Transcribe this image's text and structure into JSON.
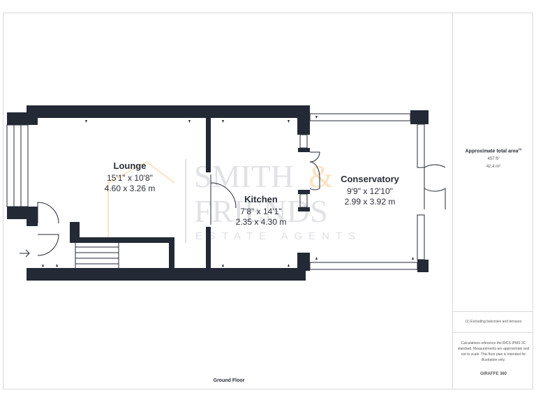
{
  "rooms": {
    "lounge": {
      "name": "Lounge",
      "dim_imperial": "15'1\" x 10'8\"",
      "dim_metric": "4.60 x 3.26 m"
    },
    "kitchen": {
      "name": "Kitchen",
      "dim_imperial": "7'8\" x 14'1\"",
      "dim_metric": "2.35 x 4.30 m"
    },
    "conservatory": {
      "name": "Conservatory",
      "dim_imperial": "9'9\" x 12'10\"",
      "dim_metric": "2.99 x 3.92 m"
    }
  },
  "watermark": {
    "line1": "SMITH",
    "amp": "&",
    "line2": "FRIENDS",
    "line3": "ESTATE AGENTS"
  },
  "floor_label": "Ground Floor",
  "sidebar": {
    "area_title": "Approximate total area",
    "area_superscript": "(1)",
    "area_sqft": "457 ft²",
    "area_sqm": "42.4 m²",
    "footnote": "(1) Excluding balconies and terraces",
    "disclaimer": "Calculations reference the RICS IPMS 3C standard. Measurements are approximate and not to scale. This floor plan is intended for illustration only.",
    "brand": "GIRAFFE",
    "brand_suffix": "360"
  },
  "colors": {
    "wall": "#232935",
    "window": "#ffffff",
    "line": "#232935",
    "watermark": "#c9ccd3",
    "accent": "#f3c27a"
  }
}
